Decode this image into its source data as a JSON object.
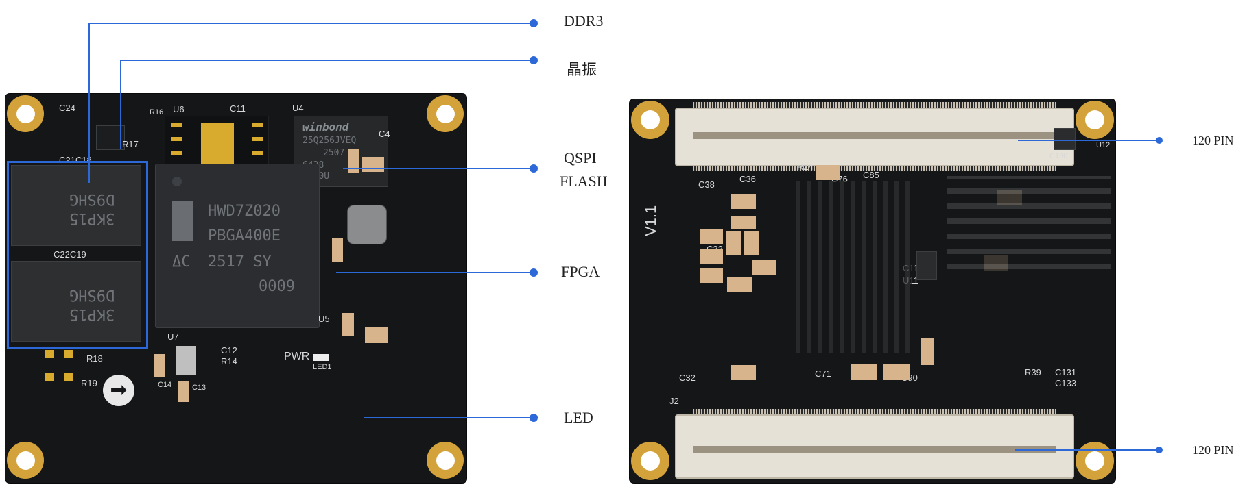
{
  "labels": {
    "ddr3": "DDR3",
    "crystal": "晶振",
    "qspi_line1": "QSPI",
    "qspi_line2": "FLASH",
    "fpga": "FPGA",
    "led": "LED",
    "pin_top": "120 PIN",
    "pin_bottom": "120 PIN"
  },
  "board_front": {
    "fpga_line1": "HWD7Z020",
    "fpga_line2": "PBGA400E",
    "fpga_line3": "2517 SY",
    "fpga_line4": "0009",
    "fpga_logo": "ΔC",
    "flash_brand": "winbond",
    "flash_line1": "25Q256JVEQ",
    "flash_line2": "2507",
    "flash_line3": "6428",
    "flash_line4": "9H90U",
    "ddr_top_mark1": "D9SHG",
    "ddr_top_mark2": "3KP15",
    "ddr_bottom_mark1": "D9SHG",
    "ddr_bottom_mark2": "3KP15",
    "pwr": "PWR",
    "led1": "LED1",
    "u4": "U4",
    "u6": "U6",
    "u7": "U7",
    "u5": "U5",
    "c11": "C11",
    "c24": "C24",
    "r17": "R17",
    "c22c19": "C22C19",
    "c21c18": "C21C18",
    "r18": "R18",
    "r19": "R19",
    "c12": "C12",
    "r14": "R14",
    "c14": "C14",
    "c13": "C13",
    "c4": "C4",
    "r16": "R16"
  },
  "board_back": {
    "version": "V1.1",
    "u12": "U12",
    "c136": "C136",
    "j2": "J2",
    "c32": "C32",
    "c33": "C33",
    "c38": "C38",
    "c36": "C36",
    "r24": "R24",
    "c76": "C76",
    "c85": "C85",
    "c90": "C90",
    "c71": "C71",
    "c112": "C112",
    "u11": "U11",
    "r39": "R39",
    "c131": "C131",
    "c133": "C133"
  },
  "colors": {
    "annotation_line": "#2c68d8",
    "board": "#141618",
    "gold": "#d3a23a"
  }
}
